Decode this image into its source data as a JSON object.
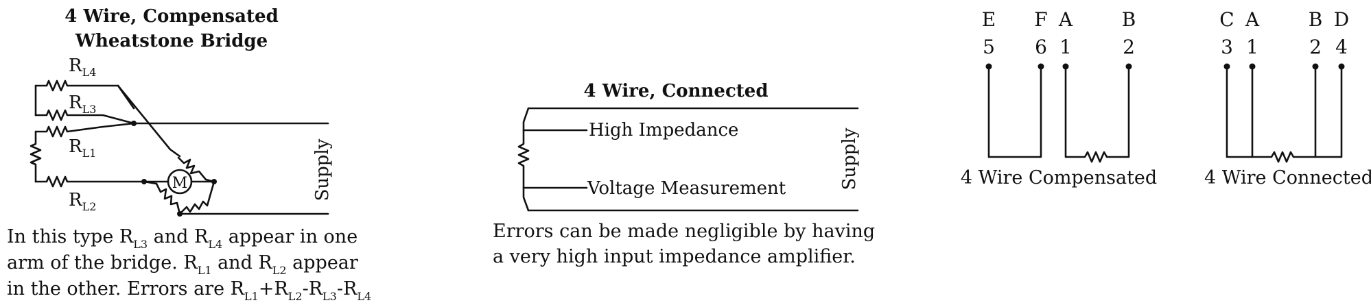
{
  "left_panel": {
    "title_line1": "4 Wire, Compensated",
    "title_line2": "Wheatstone Bridge",
    "resistors": [
      {
        "main": "R",
        "sub": "L4"
      },
      {
        "main": "R",
        "sub": "L3"
      },
      {
        "main": "R",
        "sub": "L1"
      },
      {
        "main": "R",
        "sub": "L2"
      }
    ],
    "meter_label": "M",
    "supply_label": "Supply",
    "caption": {
      "l1_a": "In this type R",
      "l1_s1": "L3",
      "l1_b": " and R",
      "l1_s2": "L4",
      "l1_c": " appear in one",
      "l2_a": "arm of the bridge. R",
      "l2_s1": "L1",
      "l2_b": " and R",
      "l2_s2": "L2",
      "l2_c": " appear",
      "l3_a": "in the other. Errors are R",
      "l3_s1": "L1",
      "l3_b": "+R",
      "l3_s2": "L2",
      "l3_c": "-R",
      "l3_s3": "L3",
      "l3_d": "-R",
      "l3_s4": "L4"
    }
  },
  "middle_panel": {
    "title": "4 Wire, Connected",
    "label_high": "High Impedance",
    "label_voltage": "Voltage Measurement",
    "supply_label": "Supply",
    "caption_line1": "Errors can be made negligible by having",
    "caption_line2": "a very high input impedance amplifier."
  },
  "right_panel": {
    "compensated": {
      "letters": [
        "E",
        "F",
        "A",
        "B"
      ],
      "numbers": [
        "5",
        "6",
        "1",
        "2"
      ],
      "label": "4 Wire Compensated"
    },
    "connected": {
      "letters": [
        "C",
        "A",
        "B",
        "D"
      ],
      "numbers": [
        "3",
        "1",
        "2",
        "4"
      ],
      "label": "4 Wire Connected"
    }
  }
}
